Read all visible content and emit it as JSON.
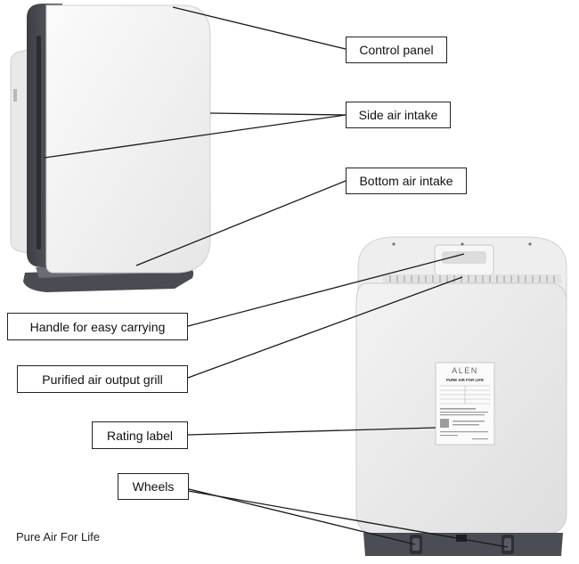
{
  "callouts": {
    "control_panel": "Control panel",
    "side_air_intake": "Side air intake",
    "bottom_air_intake": "Bottom air intake",
    "handle": "Handle for easy carrying",
    "output_grill": "Purified air output grill",
    "rating_label": "Rating label",
    "wheels": "Wheels"
  },
  "footer": "Pure Air For Life",
  "rating_sticker": {
    "brand": "ALEN",
    "tagline": "PURE AIR FOR LIFE"
  }
}
